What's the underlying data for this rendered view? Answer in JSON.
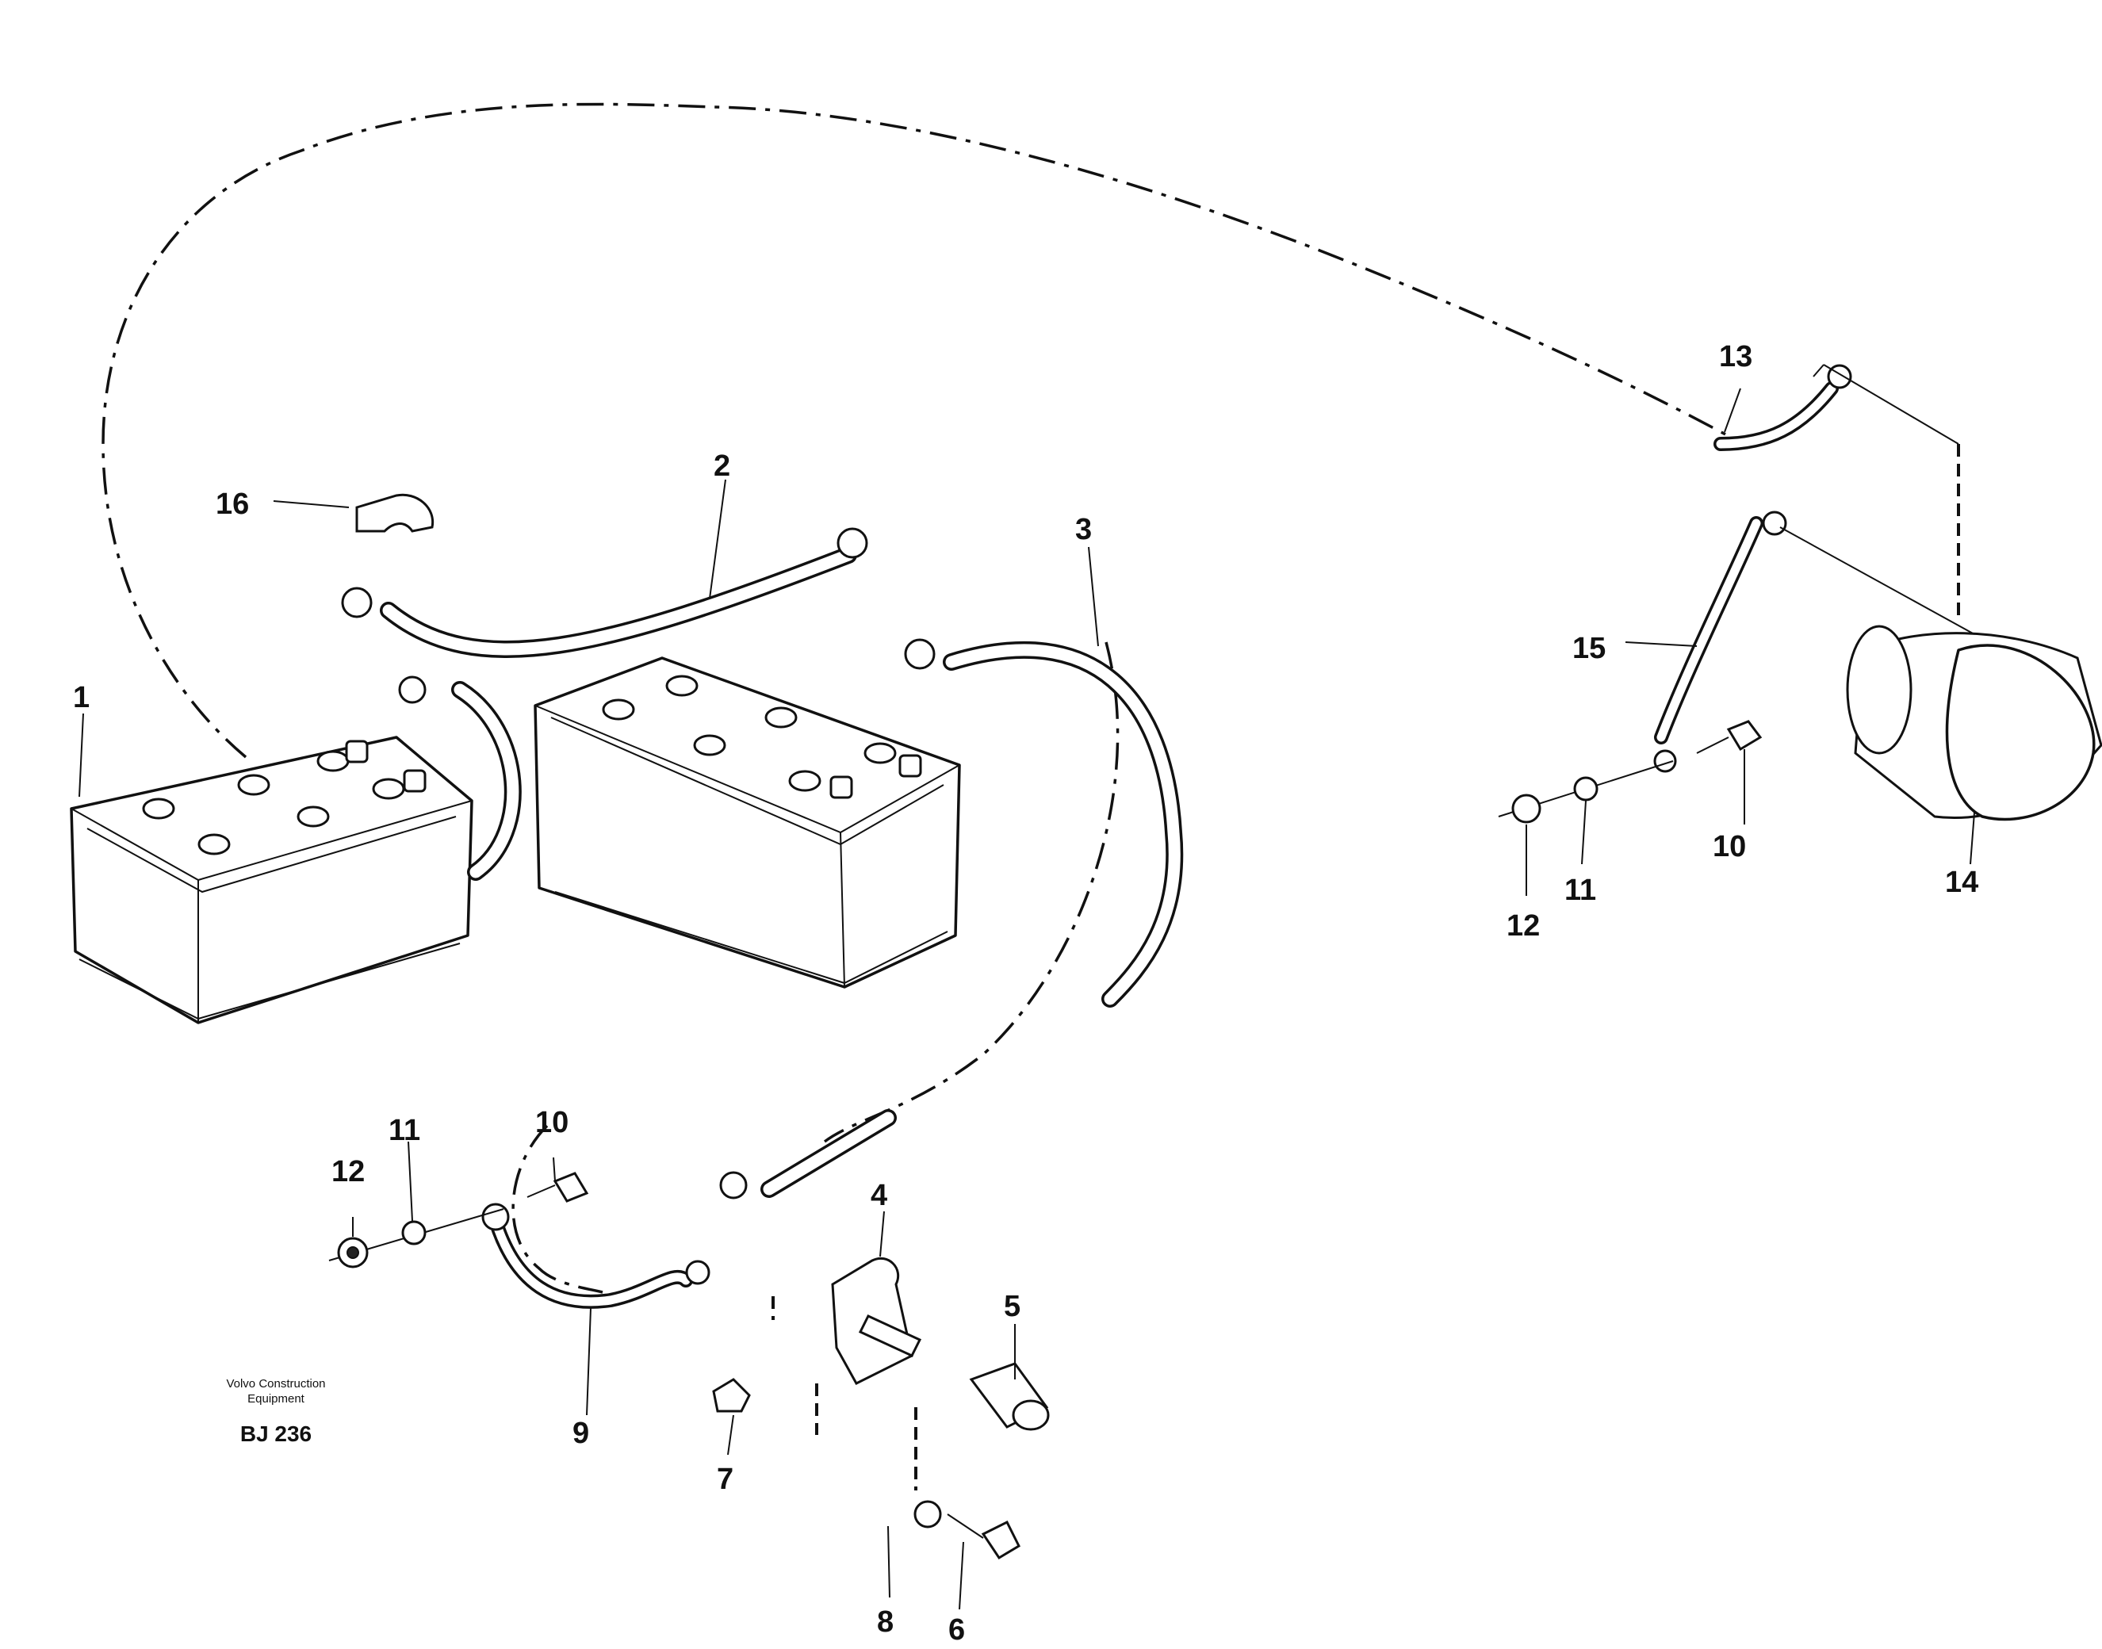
{
  "diagram": {
    "callouts": [
      "1",
      "2",
      "3",
      "4",
      "5",
      "6",
      "7",
      "8",
      "9",
      "10",
      "11",
      "12",
      "13",
      "14",
      "15",
      "16"
    ],
    "callouts_repeat": [
      "10",
      "11",
      "12"
    ],
    "footer": {
      "company_line1": "Volvo Construction",
      "company_line2": "Equipment",
      "code": "BJ 236"
    }
  }
}
